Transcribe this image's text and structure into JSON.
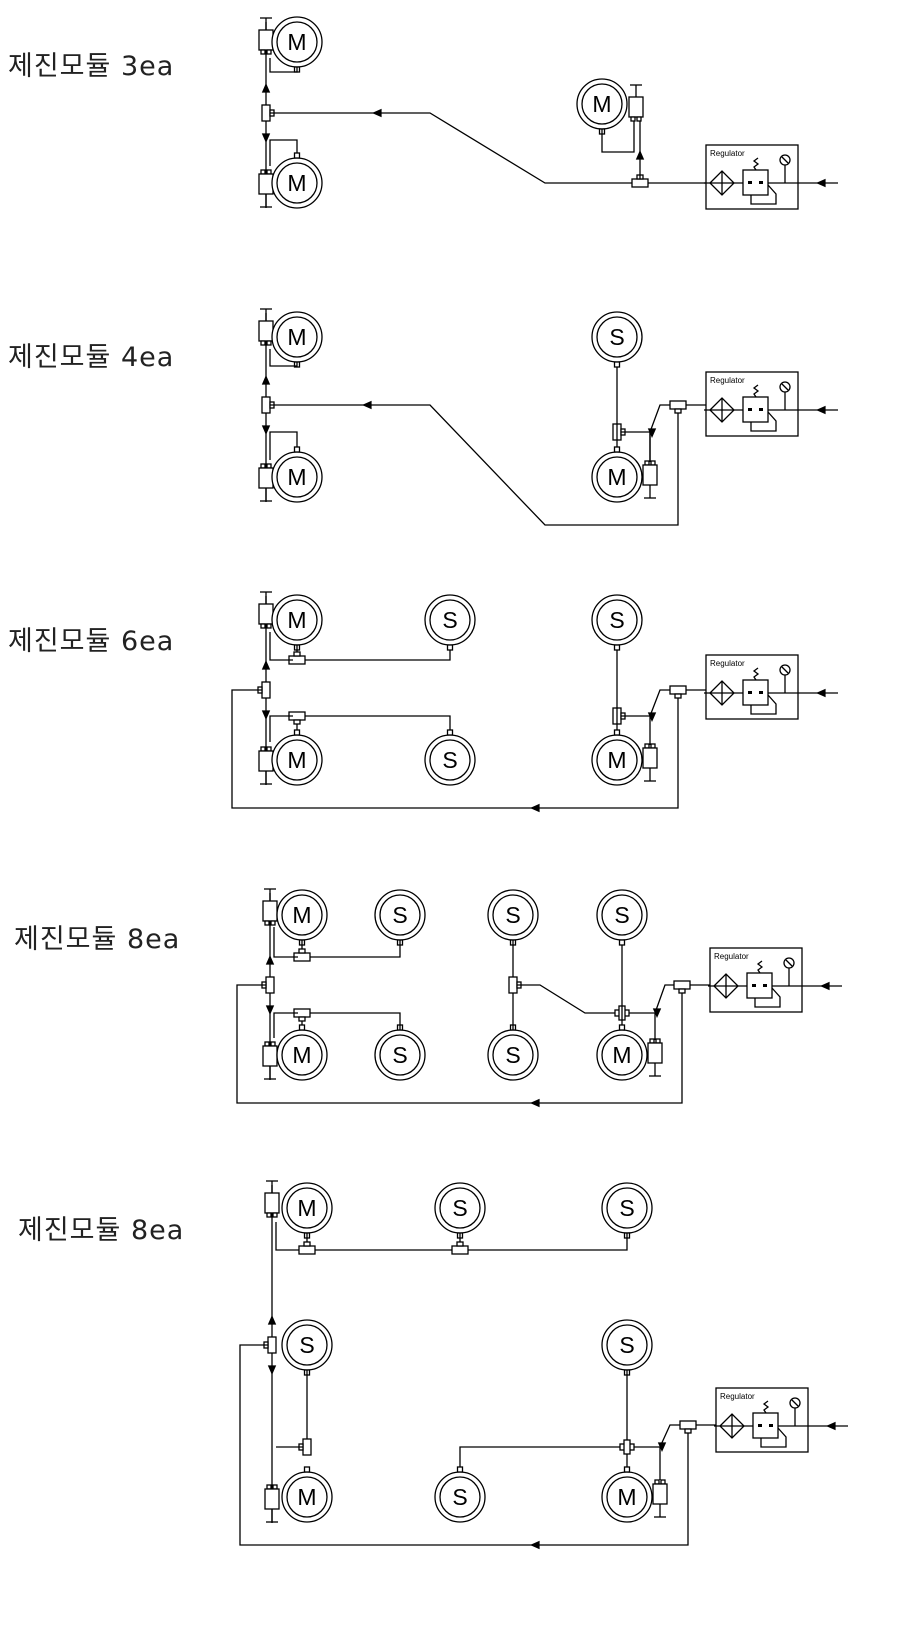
{
  "sections": [
    {
      "label": "제진모듈  3ea"
    },
    {
      "label": "제진모듈  4ea"
    },
    {
      "label": "제진모듈  6ea"
    },
    {
      "label": "제진모듈  8ea"
    },
    {
      "label": "제진모듈  8ea"
    }
  ],
  "symbols": {
    "motor_letter": "M",
    "sensor_letter": "S",
    "regulator_label": "Regulator"
  },
  "colors": {
    "line": "#000000",
    "background": "#ffffff"
  }
}
